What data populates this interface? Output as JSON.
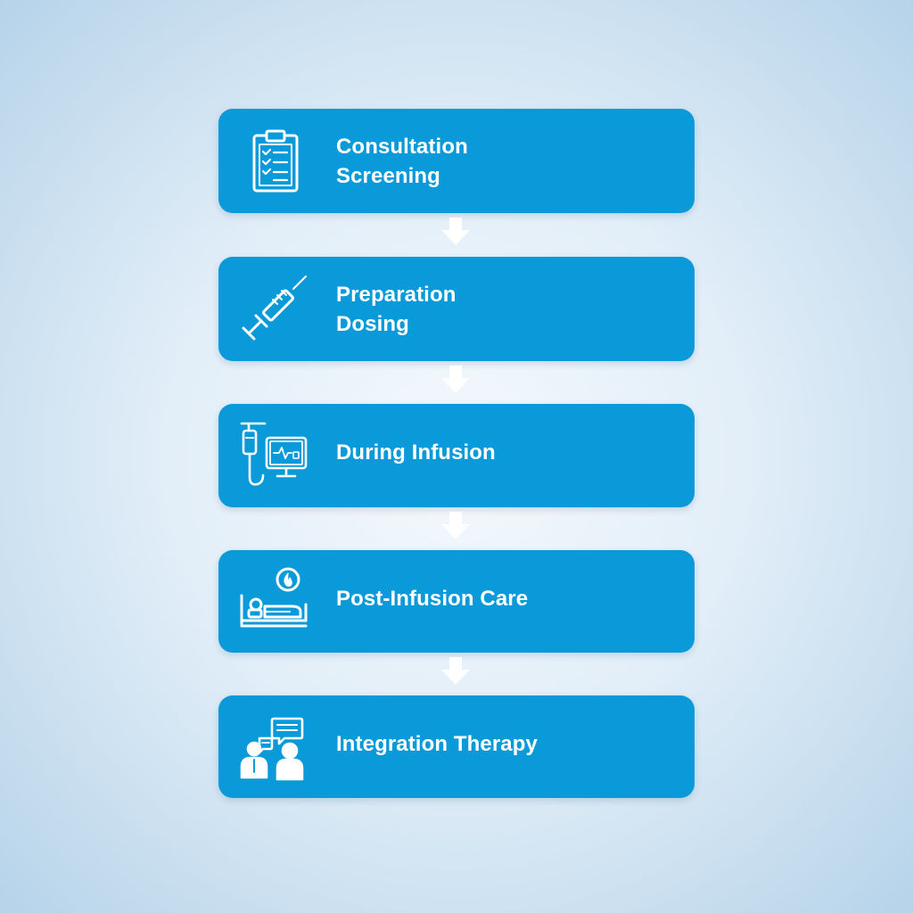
{
  "colors": {
    "box": "#0b9ad9",
    "text": "#ffffff",
    "icon": "#ffffff",
    "connector": "#ffffff"
  },
  "steps": [
    {
      "icon": "clipboard-checklist-icon",
      "lines": [
        "Consultation",
        "Screening"
      ]
    },
    {
      "icon": "syringe-icon",
      "lines": [
        "Preparation",
        "Dosing"
      ]
    },
    {
      "icon": "iv-drip-monitor-icon",
      "lines": [
        "During Infusion"
      ]
    },
    {
      "icon": "patient-resting-bed-icon",
      "lines": [
        "Post-Infusion Care"
      ]
    },
    {
      "icon": "therapy-conversation-icon",
      "lines": [
        "Integration Therapy"
      ]
    }
  ]
}
